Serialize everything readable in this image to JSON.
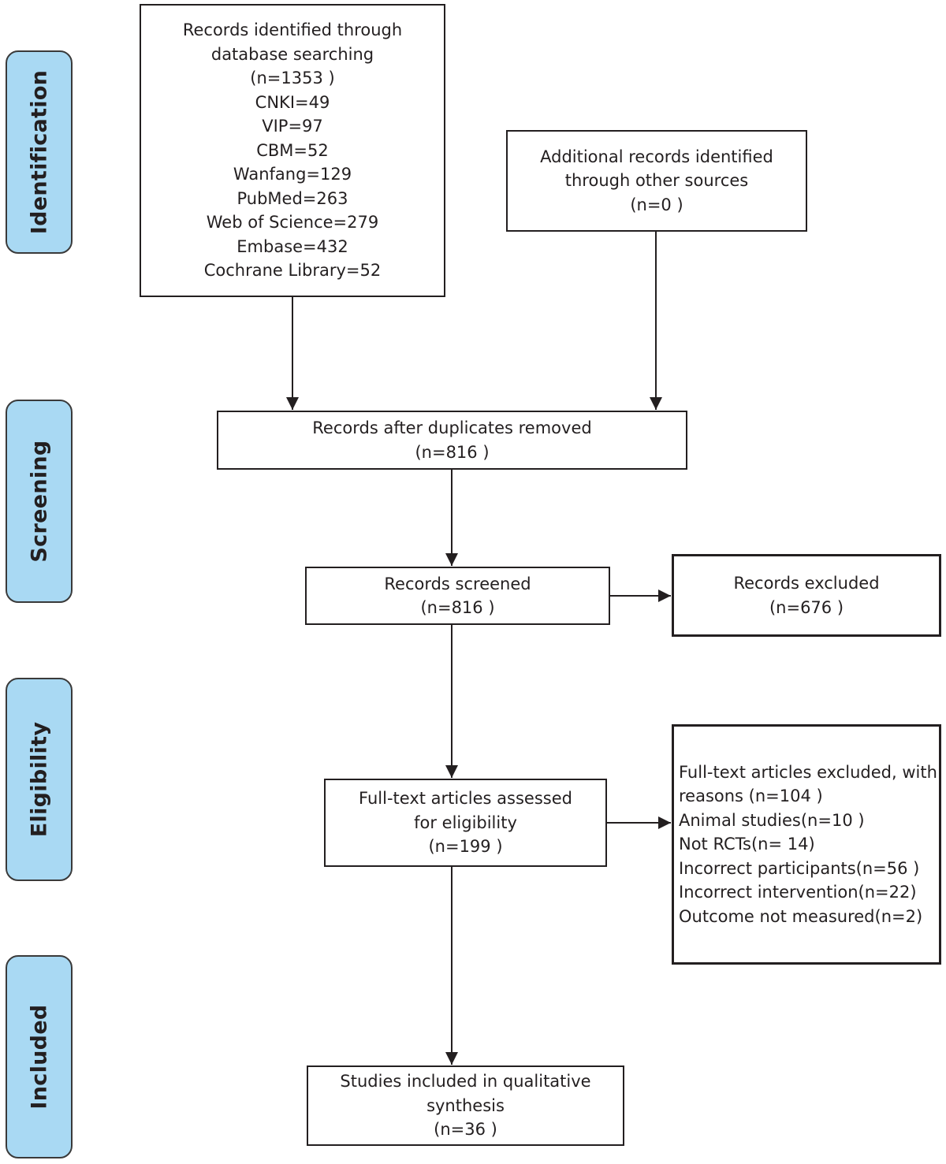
{
  "phases": {
    "identification": "Identification",
    "screening": "Screening",
    "eligibility": "Eligibility",
    "included": "Included"
  },
  "boxes": {
    "database_search": [
      "Records identified through",
      "database searching",
      "(n=1353 )",
      "CNKI=49",
      "VIP=97",
      "CBM=52",
      "Wanfang=129",
      "PubMed=263",
      "Web of Science=279",
      "Embase=432",
      "Cochrane Library=52"
    ],
    "other_sources": [
      "Additional records identified",
      "through other sources",
      "(n=0 )"
    ],
    "duplicates_removed": [
      "Records after duplicates removed",
      "(n=816 )"
    ],
    "screened": [
      "Records screened",
      "(n=816 )"
    ],
    "excluded": [
      "Records excluded",
      "(n=676 )"
    ],
    "fulltext_assessed": [
      "Full-text articles assessed",
      "for eligibility",
      "(n=199 )"
    ],
    "fulltext_excluded": [
      "Full-text articles excluded, with",
      "reasons (n=104 )",
      "Animal studies(n=10 )",
      "Not RCTs(n= 14)",
      "Incorrect participants(n=56 )",
      "Incorrect intervention(n=22)",
      "Outcome not measured(n=2)"
    ],
    "included_studies": [
      "Studies included in qualitative",
      "synthesis",
      "(n=36 )"
    ]
  },
  "colors": {
    "phase_fill": "#a9d9f3",
    "stroke": "#231f20"
  }
}
